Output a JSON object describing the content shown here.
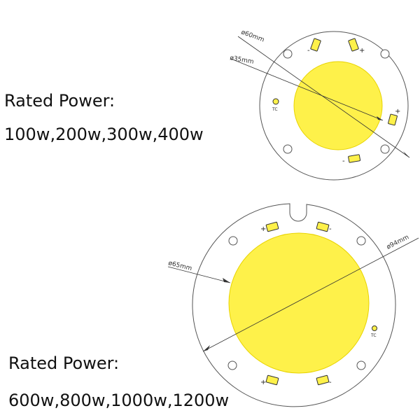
{
  "top_module": {
    "title": "Rated Power:",
    "powers": "100w,200w,300w,400w",
    "outer_dim": "ø60mm",
    "inner_dim": "ø35mm",
    "tc_label": "TC"
  },
  "bottom_module": {
    "title": "Rated Power:",
    "powers": "600w,800w,1000w,1200w",
    "outer_dim": "ø94mm",
    "inner_dim": "ø65mm",
    "tc_label": "TC"
  },
  "polarity": {
    "plus": "+",
    "minus": "-"
  },
  "colors": {
    "led": "#fef14a",
    "led_edge": "#e8d300",
    "board_stroke": "#555555",
    "text": "#111111"
  }
}
